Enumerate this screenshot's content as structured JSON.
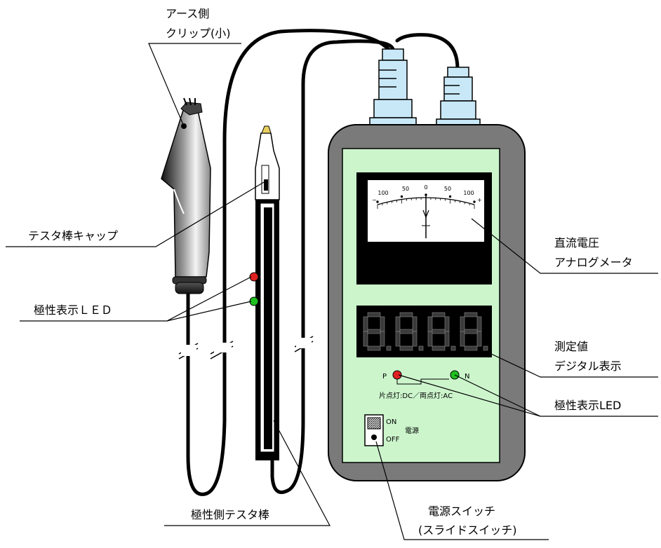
{
  "labels": {
    "clip_line1": "アース側",
    "clip_line2": "クリップ(小)",
    "cap": "テスタ棒キャップ",
    "led_left": "極性表示ＬＥＤ",
    "probe": "極性側テスタ棒",
    "meter_line1": "直流電圧",
    "meter_line2": "アナログメータ",
    "digital_line1": "測定値",
    "digital_line2": "デジタル表示",
    "led_right": "極性表示LED",
    "switch_line1": "電源スイッチ",
    "switch_line2": "(スライドスイッチ)"
  },
  "meter": {
    "scale": [
      "100",
      "50",
      "0",
      "50",
      "100"
    ],
    "minus": "−",
    "plus": "+"
  },
  "display": {
    "digits": [
      "8",
      "8",
      "8",
      "8"
    ]
  },
  "panel": {
    "p_label": "P",
    "n_label": "N",
    "mode_text": "片点灯:DC／両点灯:AC",
    "on": "ON",
    "off": "OFF",
    "power": "電源"
  },
  "colors": {
    "case": "#7a7a7a",
    "panel": "#ccf5cc",
    "segment": "#3a3a3a",
    "led_p": "#e02020",
    "led_n": "#20c020",
    "probe_tip": "#e8d060"
  }
}
